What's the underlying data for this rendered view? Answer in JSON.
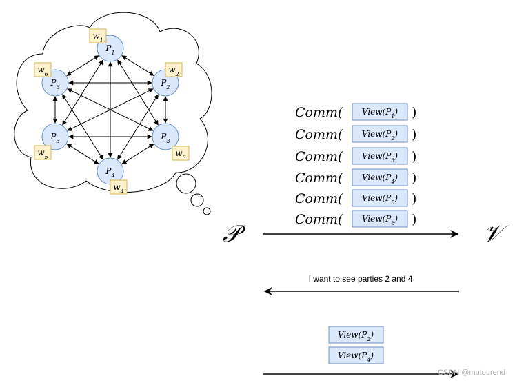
{
  "cloud": {
    "parties": [
      {
        "id": "P1",
        "base": "P",
        "sub": "1"
      },
      {
        "id": "P2",
        "base": "P",
        "sub": "2"
      },
      {
        "id": "P3",
        "base": "P",
        "sub": "3"
      },
      {
        "id": "P4",
        "base": "P",
        "sub": "4"
      },
      {
        "id": "P5",
        "base": "P",
        "sub": "5"
      },
      {
        "id": "P6",
        "base": "P",
        "sub": "6"
      }
    ],
    "witnesses": [
      {
        "base": "w",
        "sub": "1"
      },
      {
        "base": "w",
        "sub": "2"
      },
      {
        "base": "w",
        "sub": "3"
      },
      {
        "base": "w",
        "sub": "4"
      },
      {
        "base": "w",
        "sub": "5"
      },
      {
        "base": "w",
        "sub": "6"
      }
    ]
  },
  "prover_symbol": "𝒫",
  "verifier_symbol": "𝒱",
  "commitments": {
    "comm_label": "Comm(",
    "close_paren": ")",
    "views": [
      {
        "base": "View(P",
        "sub": "1",
        "close": ")"
      },
      {
        "base": "View(P",
        "sub": "2",
        "close": ")"
      },
      {
        "base": "View(P",
        "sub": "3",
        "close": ")"
      },
      {
        "base": "View(P",
        "sub": "4",
        "close": ")"
      },
      {
        "base": "View(P",
        "sub": "5",
        "close": ")"
      },
      {
        "base": "View(P",
        "sub": "6",
        "close": ")"
      }
    ]
  },
  "challenge_text": "I want to see parties 2 and 4",
  "opened_views": [
    {
      "base": "View(P",
      "sub": "2",
      "close": ")"
    },
    {
      "base": "View(P",
      "sub": "4",
      "close": ")"
    }
  ],
  "watermark": "CSDN @mutourend",
  "colors": {
    "node_fill": "#dae8fc",
    "node_stroke": "#6c8ebf",
    "witness_fill": "#fff2cc",
    "witness_stroke": "#d6b656",
    "line": "#000000"
  }
}
